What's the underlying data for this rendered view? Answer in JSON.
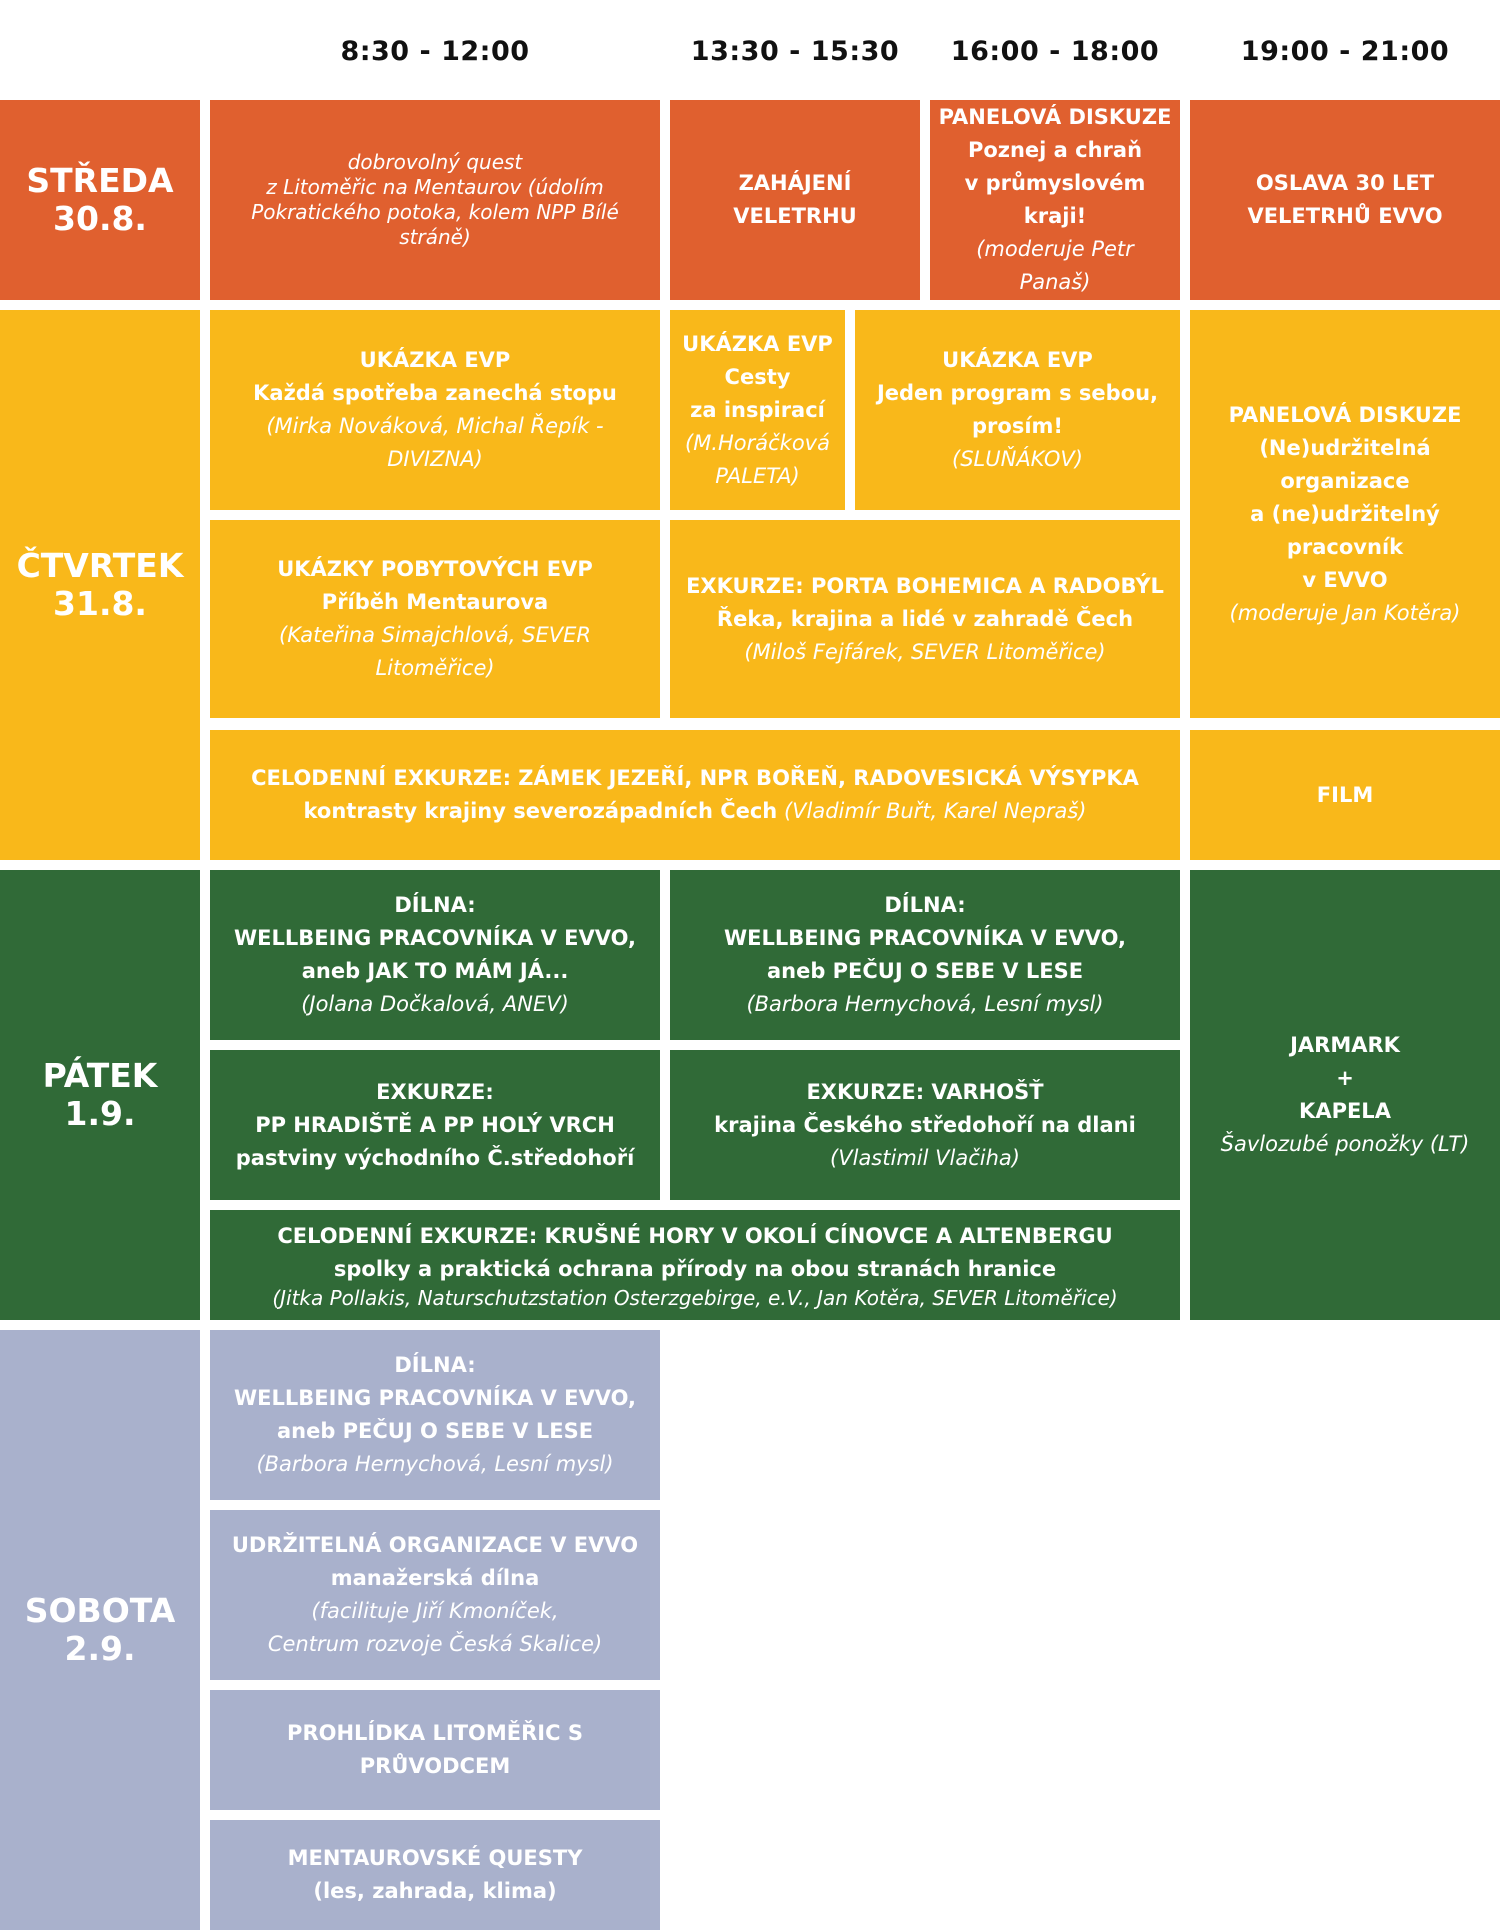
{
  "header": {
    "times": [
      "8:30 - 12:00",
      "13:30 - 15:30",
      "16:00 - 18:00",
      "19:00 - 21:00"
    ]
  },
  "colors": {
    "wednesday": "#e0602f",
    "thursday": "#f9b81a",
    "friday": "#306a37",
    "saturday": "#a9b1cc"
  },
  "days": {
    "wed": {
      "name": "STŘEDA",
      "date": "30.8.",
      "quest": {
        "line1": "dobrovolný quest",
        "line2": "z Litoměřic na Mentaurov (údolím",
        "line3": "Pokratického potoka, kolem NPP Bílé",
        "line4": "stráně)"
      },
      "opening": "ZAHÁJENÍ VELETRHU",
      "panel": {
        "title": "PANELOVÁ DISKUZE",
        "line1": "Poznej a chraň",
        "line2": "v průmyslovém kraji!",
        "mod": "(moderuje Petr Panaš)"
      },
      "celebration": {
        "line1": "OSLAVA 30 LET",
        "line2": "VELETRHŮ EVVO"
      }
    },
    "thu": {
      "name": "ČTVRTEK",
      "date": "31.8.",
      "evp1": {
        "title": "UKÁZKA EVP",
        "name": "Každá spotřeba zanechá stopu",
        "people": "(Mirka Nováková, Michal Řepík - DIVIZNA)"
      },
      "evp2": {
        "title": "UKÁZKA EVP",
        "line1": "Cesty",
        "line2": "za inspirací",
        "people1": "(M.Horáčková",
        "people2": "PALETA)"
      },
      "evp3": {
        "title": "UKÁZKA EVP",
        "line1": "Jeden program s sebou,",
        "line2": "prosím!",
        "people": "(SLUŇÁKOV)"
      },
      "panel": {
        "title": "PANELOVÁ DISKUZE",
        "line1": "(Ne)udržitelná organizace",
        "line2": "a (ne)udržitelný pracovník",
        "line3": "v EVVO",
        "mod": "(moderuje Jan Kotěra)"
      },
      "stay": {
        "title": "UKÁZKY POBYTOVÝCH EVP",
        "name": "Příběh Mentaurova",
        "people": "(Kateřina Simajchlová, SEVER Litoměřice)"
      },
      "excursion": {
        "title": "EXKURZE: PORTA BOHEMICA A RADOBÝL",
        "name": "Řeka, krajina a lidé v zahradě Čech",
        "people": "(Miloš Fejfárek, SEVER Litoměřice)"
      },
      "allday": {
        "title": "CELODENNÍ EXKURZE: ZÁMEK JEZEŘÍ, NPR BOŘEŇ, RADOVESICKÁ VÝSYPKA",
        "name": "kontrasty krajiny severozápadních Čech",
        "people": " (Vladimír Buřt, Karel Nepraš)"
      },
      "film": "FILM"
    },
    "fri": {
      "name": "PÁTEK",
      "date": "1.9.",
      "workshop1": {
        "title": "DÍLNA:",
        "line1": "WELLBEING PRACOVNÍKA V EVVO,",
        "line2": "aneb JAK TO MÁM JÁ...",
        "people": "(Jolana Dočkalová, ANEV)"
      },
      "workshop2": {
        "title": "DÍLNA:",
        "line1": "WELLBEING PRACOVNÍKA V EVVO,",
        "line2": "aneb PEČUJ O SEBE V LESE",
        "people": "(Barbora Hernychová, Lesní mysl)"
      },
      "fair": {
        "line1": "JARMARK",
        "line2": "+",
        "line3": "KAPELA",
        "band": "Šavlozubé ponožky (LT)"
      },
      "excursion1": {
        "title": "EXKURZE:",
        "line1": "PP HRADIŠTĚ A PP HOLÝ VRCH",
        "line2": "pastviny východního Č.středohoří"
      },
      "excursion2": {
        "title": "EXKURZE: VARHOŠŤ",
        "name": "krajina Českého středohoří na dlani",
        "people": "(Vlastimil Vlačiha)"
      },
      "allday": {
        "title": "CELODENNÍ EXKURZE: KRUŠNÉ HORY V OKOLÍ CÍNOVCE A ALTENBERGU",
        "name": "spolky a praktická ochrana přírody na obou stranách hranice",
        "people": "(Jitka Pollakis, Naturschutzstation Osterzgebirge, e.V., Jan Kotěra, SEVER Litoměřice)"
      }
    },
    "sat": {
      "name": "SOBOTA",
      "date": "2.9.",
      "workshop": {
        "title": "DÍLNA:",
        "line1": "WELLBEING PRACOVNÍKA V EVVO,",
        "line2": "aneb PEČUJ O SEBE V LESE",
        "people": "(Barbora Hernychová, Lesní mysl)"
      },
      "sustainable": {
        "title": "UDRŽITELNÁ ORGANIZACE V EVVO",
        "name": "manažerská dílna",
        "people1": "(facilituje Jiří Kmoníček,",
        "people2": "Centrum rozvoje Česká Skalice)"
      },
      "tour": "PROHLÍDKA LITOMĚŘIC S PRŮVODCEM",
      "quests": {
        "line1": "MENTAUROVSKÉ QUESTY",
        "line2": "(les, zahrada, klima)"
      }
    }
  }
}
